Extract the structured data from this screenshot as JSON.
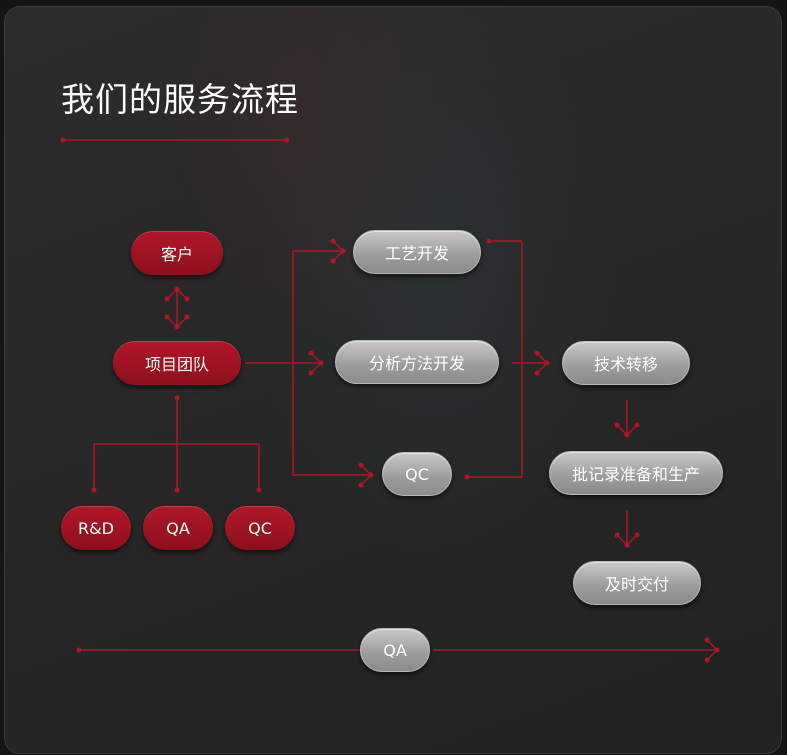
{
  "title": "我们的服务流程",
  "colors": {
    "accent": "#b01728",
    "gray_node": "#a8a8a8",
    "background": "#262626"
  },
  "nodes": {
    "customer": "客户",
    "project_team": "项目团队",
    "rnd": "R&D",
    "qa_team": "QA",
    "qc_team": "QC",
    "process_dev": "工艺开发",
    "analytical_dev": "分析方法开发",
    "qc_center": "QC",
    "tech_transfer": "技术转移",
    "batch_record": "批记录准备和生产",
    "delivery": "及时交付",
    "qa_bottom": "QA"
  }
}
